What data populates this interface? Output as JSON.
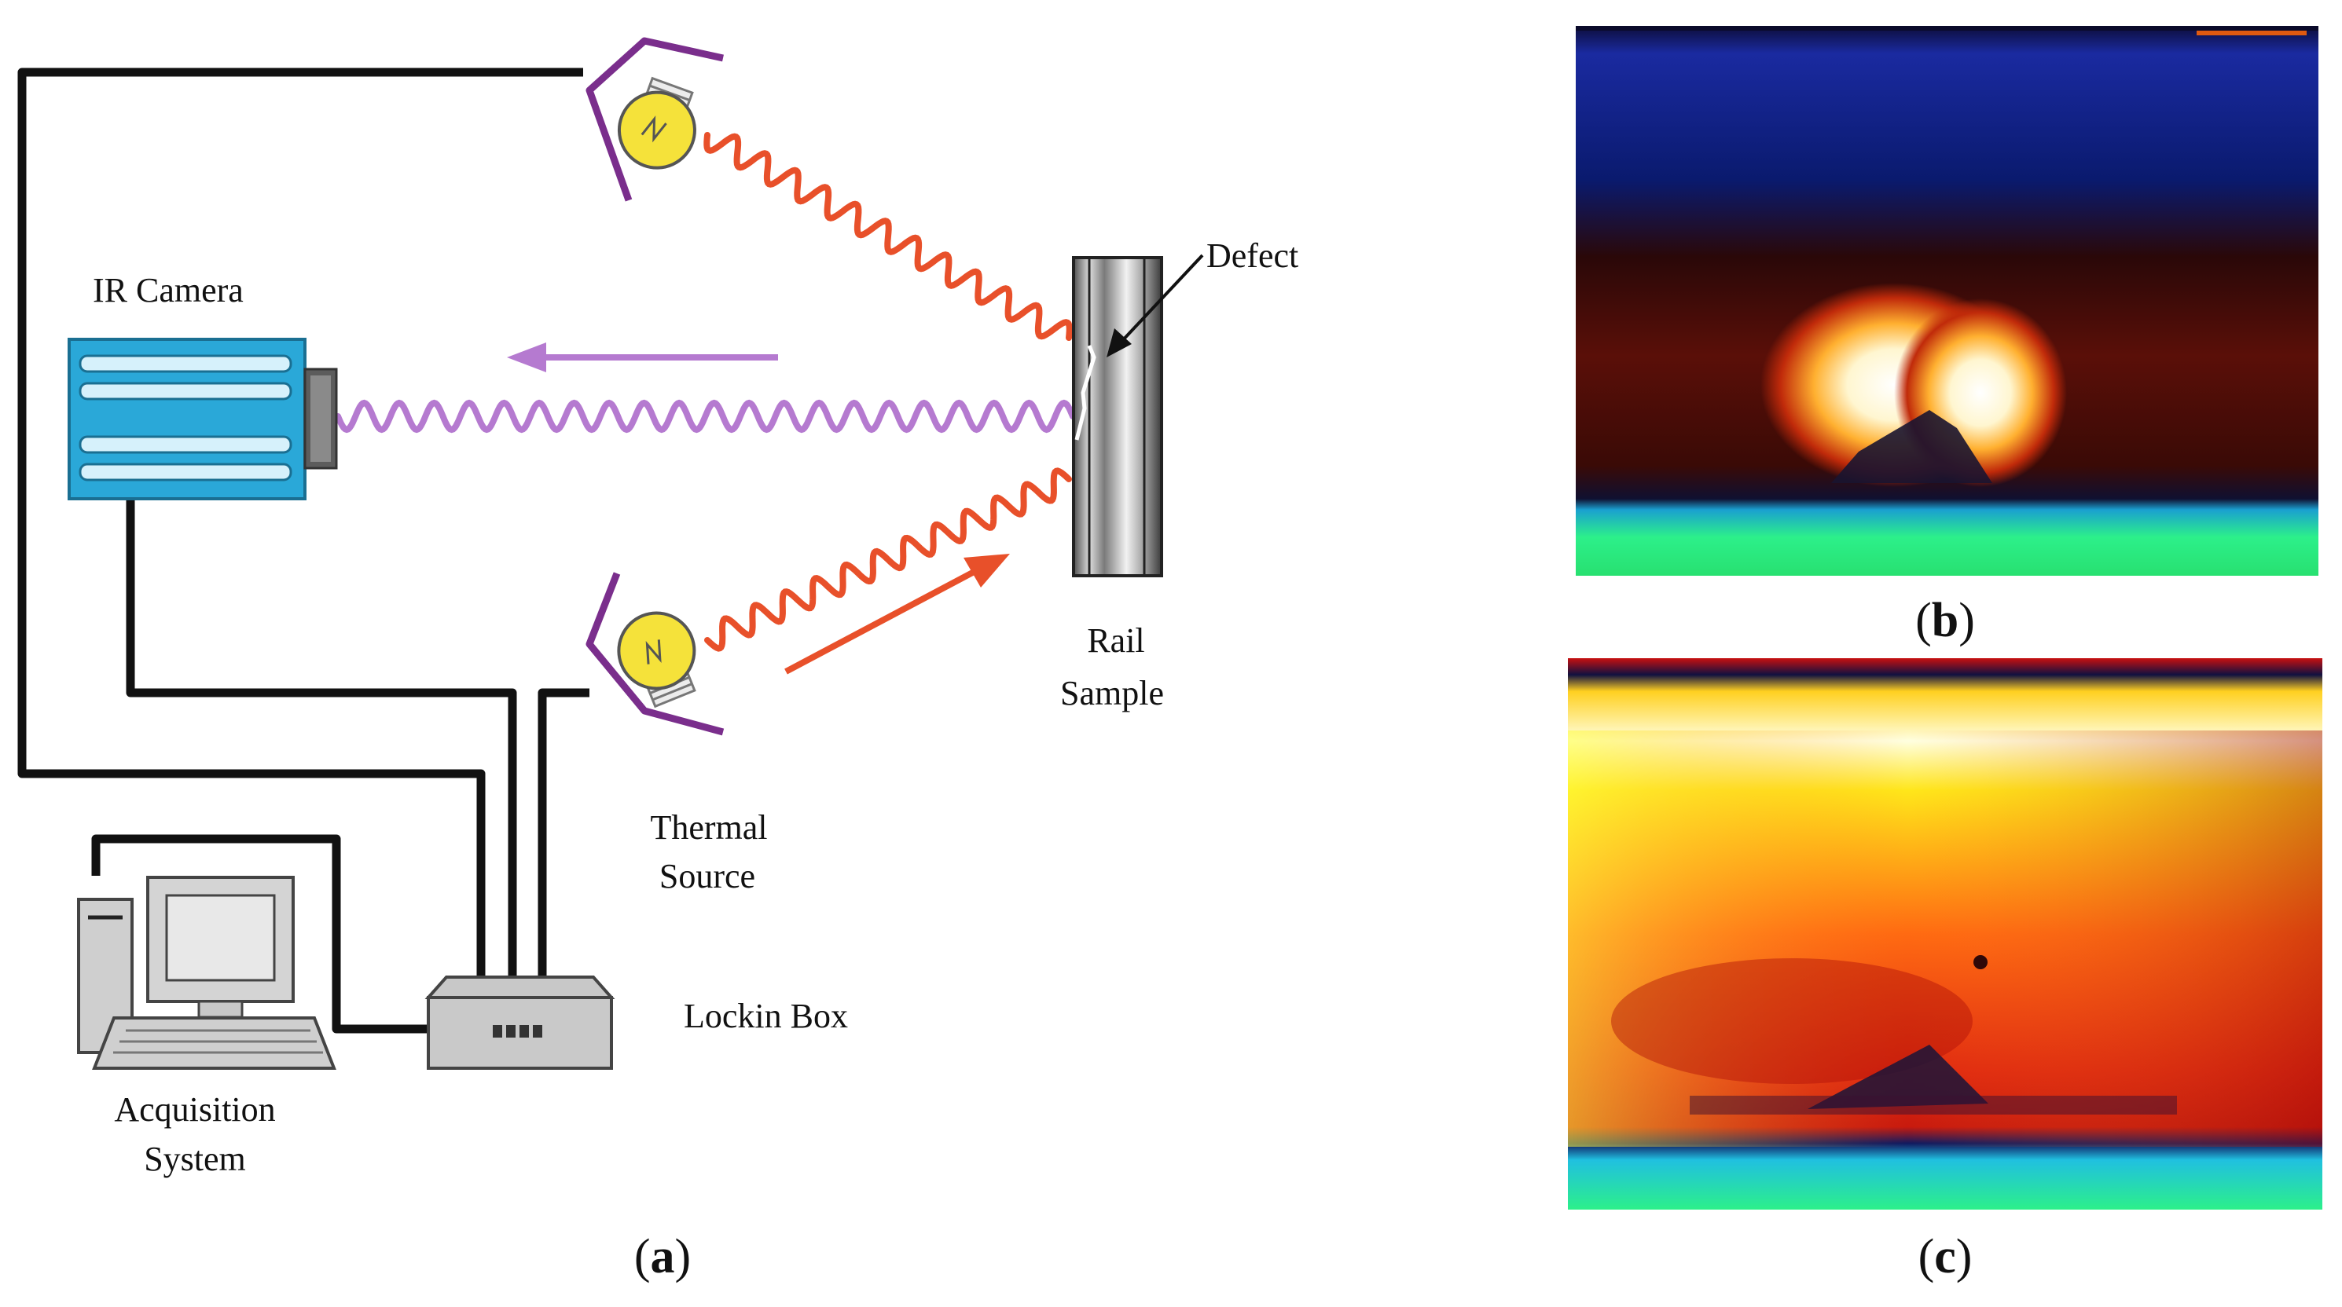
{
  "diagram": {
    "labels": {
      "ir_camera": "IR Camera",
      "defect": "Defect",
      "rail_line1": "Rail",
      "rail_line2": "Sample",
      "thermal_line1": "Thermal",
      "thermal_line2": "Source",
      "lockin_box": "Lockin Box",
      "acquisition_line1": "Acquisition",
      "acquisition_line2": "System"
    },
    "colors": {
      "camera_body": "#2aa8d8",
      "bulb": "#f5e23a",
      "lamp_reflector": "#7a2e8c",
      "heat_wave": "#e8502a",
      "ir_wave": "#b57ad0",
      "wire": "#111111"
    }
  },
  "captions": {
    "a": {
      "open": "(",
      "letter": "a",
      "close": ")"
    },
    "b": {
      "open": "(",
      "letter": "b",
      "close": ")"
    },
    "c": {
      "open": "(",
      "letter": "c",
      "close": ")"
    }
  },
  "thermograms": {
    "b": {
      "colors": [
        "#0a1a6e",
        "#1a0a08",
        "#fff6d0",
        "#ff9a1a",
        "#2cf08a"
      ]
    },
    "c": {
      "colors": [
        "#ffe61a",
        "#ff3a10",
        "#b81010",
        "#101a60",
        "#2cf08a"
      ]
    }
  }
}
